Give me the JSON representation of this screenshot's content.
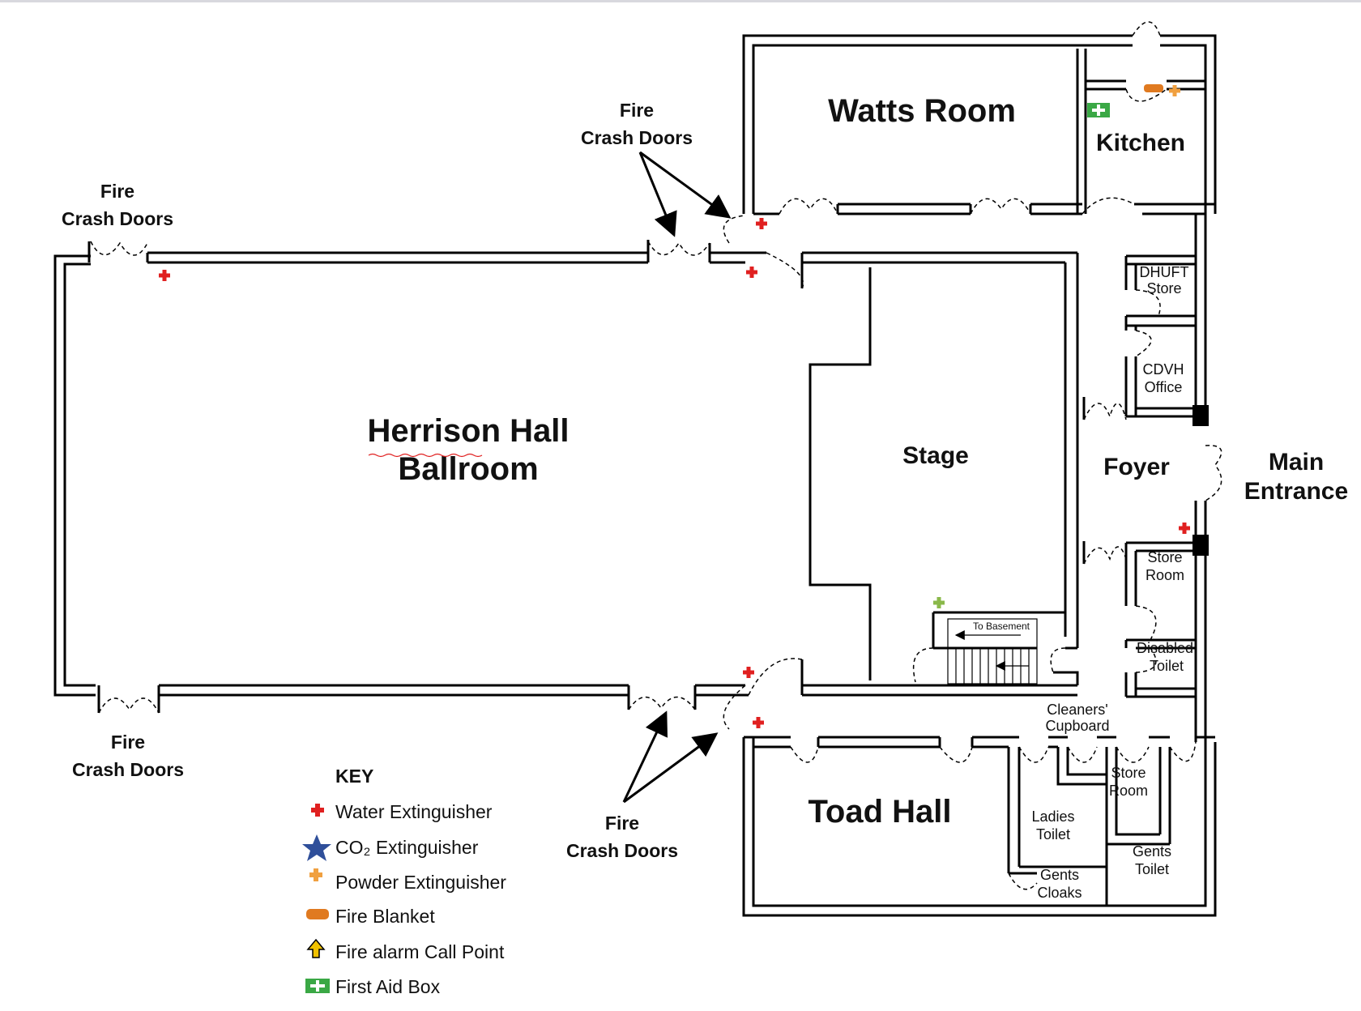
{
  "rooms": {
    "ballroom_line1": "Herrison Hall",
    "ballroom_line2": "Ballroom",
    "stage": "Stage",
    "watts_room": "Watts Room",
    "kitchen": "Kitchen",
    "foyer": "Foyer",
    "toad_hall": "Toad Hall",
    "dhuft_line1": "DHUFT",
    "dhuft_line2": "Store",
    "cdvh_line1": "CDVH",
    "cdvh_line2": "Office",
    "store_room_right_line1": "Store",
    "store_room_right_line2": "Room",
    "disabled_line1": "Disabled",
    "disabled_line2": "Toilet",
    "cleaners_line1": "Cleaners'",
    "cleaners_line2": "Cupboard",
    "store_room_lower_line1": "Store",
    "store_room_lower_line2": "Room",
    "ladies_line1": "Ladies",
    "ladies_line2": "Toilet",
    "gents_toilet_line1": "Gents",
    "gents_toilet_line2": "Toilet",
    "gents_cloaks_line1": "Gents",
    "gents_cloaks_line2": "Cloaks",
    "to_basement": "To Basement"
  },
  "annotations": {
    "main_entrance_line1": "Main",
    "main_entrance_line2": "Entrance",
    "fire_line1": "Fire",
    "fire_line2": "Crash Doors"
  },
  "key": {
    "title": "KEY",
    "items": [
      {
        "label": "Water Extinguisher",
        "icon": "water-extinguisher-icon",
        "color": "#e02020"
      },
      {
        "label": "CO₂ Extinguisher",
        "icon": "co2-extinguisher-icon",
        "color": "#2f4f9a"
      },
      {
        "label": "Powder Extinguisher",
        "icon": "powder-extinguisher-icon",
        "color": "#f0a040"
      },
      {
        "label": "Fire Blanket",
        "icon": "fire-blanket-icon",
        "color": "#e07a20"
      },
      {
        "label": "Fire alarm Call Point",
        "icon": "fire-alarm-call-point-icon",
        "color": "#f2c200"
      },
      {
        "label": "First Aid Box",
        "icon": "first-aid-box-icon",
        "color": "#3aa845"
      }
    ]
  },
  "colors": {
    "wall": "#000000",
    "water_extinguisher": "#e02020",
    "powder_extinguisher": "#f0a040",
    "fire_blanket": "#e07a20",
    "first_aid": "#3aa845",
    "basement_marker": "#8ab84a"
  }
}
